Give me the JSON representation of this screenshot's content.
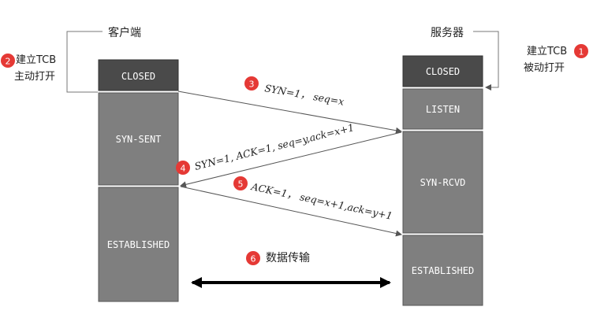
{
  "client": {
    "title": "客户端",
    "states": [
      "CLOSED",
      "SYN-SENT",
      "ESTABLISHED"
    ]
  },
  "server": {
    "title": "服务器",
    "states": [
      "CLOSED",
      "LISTEN",
      "SYN-RCVD",
      "ESTABLISHED"
    ]
  },
  "notes": {
    "server_create_line1": "建立TCB",
    "server_create_line2": "被动打开",
    "client_create_line1": "建立TCB",
    "client_create_line2": "主动打开"
  },
  "badges": [
    "1",
    "2",
    "3",
    "4",
    "5",
    "6"
  ],
  "messages": {
    "syn": "SYN=1， seq=x",
    "syn_ack": "SYN=1, ACK=1, seq=y,ack=x+1",
    "ack": "ACK=1， seq=x+1,ack=y+1",
    "data": "数据传输"
  },
  "colors": {
    "box_dark": "#4a4a4a",
    "box": "#7f7f7f",
    "box_text": "#ffffff",
    "badge": "#e53935",
    "line": "#555555"
  }
}
